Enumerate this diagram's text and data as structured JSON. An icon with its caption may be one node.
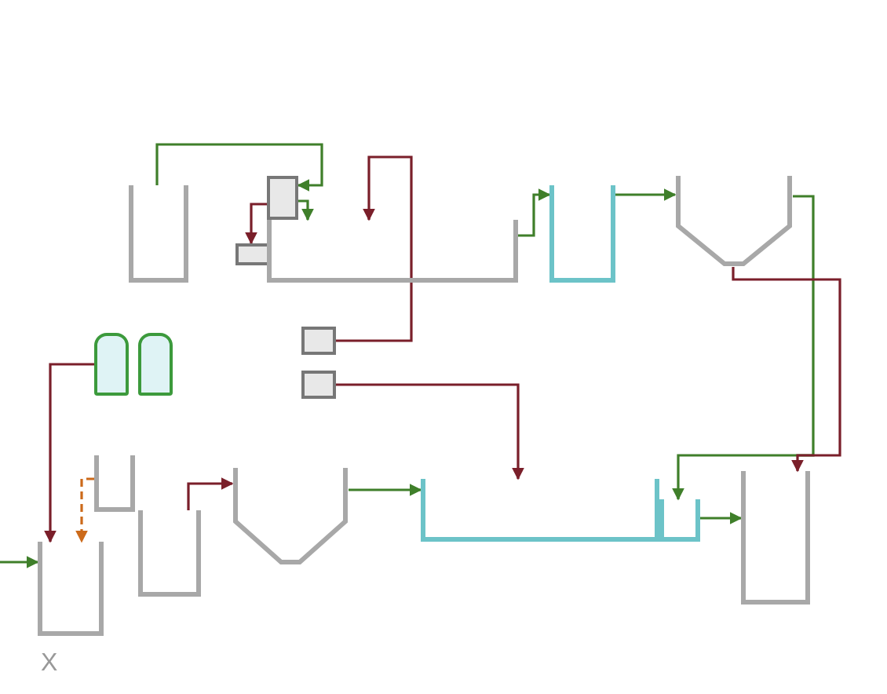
{
  "diagram": {
    "nodes": [
      {
        "text": [],
        "shape": "tank"
      },
      {
        "text": [],
        "shape": "box"
      },
      {
        "text": [],
        "shape": "box"
      },
      {
        "text": [],
        "shape": "tank"
      },
      {
        "text": [],
        "shape": "tank"
      },
      {
        "text": [],
        "shape": "tank"
      },
      {
        "text": [],
        "shape": "cylinder"
      },
      {
        "text": [],
        "shape": "cylinder"
      },
      {
        "text": [],
        "shape": "box"
      },
      {
        "text": [],
        "shape": "box"
      },
      {
        "text": [],
        "shape": "tank"
      },
      {
        "text": [],
        "shape": "tank"
      },
      {
        "text": [],
        "shape": "tank"
      },
      {
        "text": [],
        "shape": "tank"
      },
      {
        "text": [],
        "shape": "tank"
      },
      {
        "text": [],
        "shape": "tank"
      },
      {
        "text": [],
        "shape": "tank"
      }
    ],
    "edges": [
      {
        "from": 0,
        "to": 2,
        "arrow": "to"
      },
      {
        "from": 2,
        "to": 1,
        "arrow": "to",
        "color": "#7a1f2a"
      },
      {
        "from": 2,
        "to": 3,
        "arrow": "to"
      },
      {
        "from": 3,
        "to": 4,
        "arrow": "to"
      },
      {
        "from": 4,
        "to": 5,
        "arrow": "to"
      },
      {
        "from": 5,
        "to": 15,
        "arrow": "to"
      },
      {
        "from": 5,
        "to": 16,
        "arrow": "to",
        "color": "#7a1f2a"
      },
      {
        "from": 8,
        "to": 3,
        "arrow": "to",
        "color": "#7a1f2a"
      },
      {
        "from": 9,
        "to": 14,
        "arrow": "to",
        "color": "#7a1f2a"
      },
      {
        "from": 13,
        "to": 14,
        "arrow": "to"
      },
      {
        "from": 12,
        "to": 13,
        "arrow": "to",
        "color": "#7a1f2a"
      },
      {
        "from": 6,
        "to": 11,
        "arrow": "to",
        "color": "#7a1f2a"
      },
      {
        "from": 10,
        "to": 11,
        "arrow": "to",
        "style": "dashed",
        "color": "#cc6a1a"
      },
      {
        "from": 15,
        "to": 16,
        "arrow": "to"
      },
      {
        "from": null,
        "to": 11,
        "arrow": "to"
      }
    ],
    "labels": [
      "X"
    ]
  }
}
